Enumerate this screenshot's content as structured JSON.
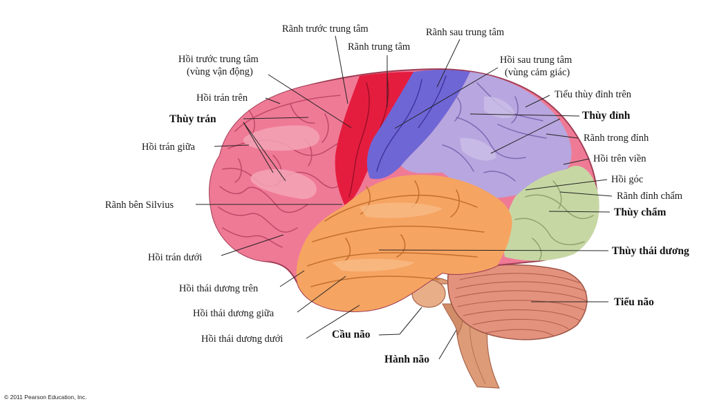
{
  "labels": {
    "ranh_truoc_trung_tam": "Rãnh trước trung tâm",
    "ranh_trung_tam": "Rãnh trung tâm",
    "ranh_sau_trung_tam": "Rãnh sau trung tâm",
    "hoi_truoc_trung_tam_1": "Hồi trước trung tâm",
    "hoi_truoc_trung_tam_2": "(vùng vận động)",
    "hoi_sau_trung_tam_1": "Hồi sau trung tâm",
    "hoi_sau_trung_tam_2": "(vùng cảm giác)",
    "hoi_tran_tren": "Hồi trán trên",
    "tieu_thuy_dinh_tren": "Tiểu thùy đỉnh trên",
    "thuy_tran": "Thùy trán",
    "thuy_dinh": "Thùy đỉnh",
    "ranh_trong_dinh": "Rãnh trong đỉnh",
    "hoi_tran_giua": "Hồi trán giữa",
    "hoi_tren_vien": "Hồi trên viền",
    "hoi_goc": "Hồi góc",
    "ranh_dinh_cham": "Rãnh đỉnh chẩm",
    "ranh_ben_silvius": "Rãnh bên Silvius",
    "thuy_cham": "Thùy chẩm",
    "thuy_thai_duong": "Thùy thái dương",
    "hoi_tran_duoi": "Hồi trán dưới",
    "hoi_thai_duong_tren": "Hồi thái dương trên",
    "tieu_nao": "Tiểu não",
    "hoi_thai_duong_giua": "Hồi thái dương giữa",
    "cau_nao": "Cầu não",
    "hoi_thai_duong_duoi": "Hồi thái dương dưới",
    "hanh_nao": "Hành não"
  },
  "copyright": "© 2011 Pearson Education, Inc.",
  "colors": {
    "frontal_lobe": "#ef7a96",
    "precentral_gyrus": "#e41d3f",
    "postcentral_gyrus": "#6f66d6",
    "parietal_lobe": "#b7a6df",
    "occipital_lobe": "#c7d7a4",
    "temporal_lobe": "#f6a462",
    "cerebellum": "#e49580",
    "brainstem": "#e0a07c"
  }
}
